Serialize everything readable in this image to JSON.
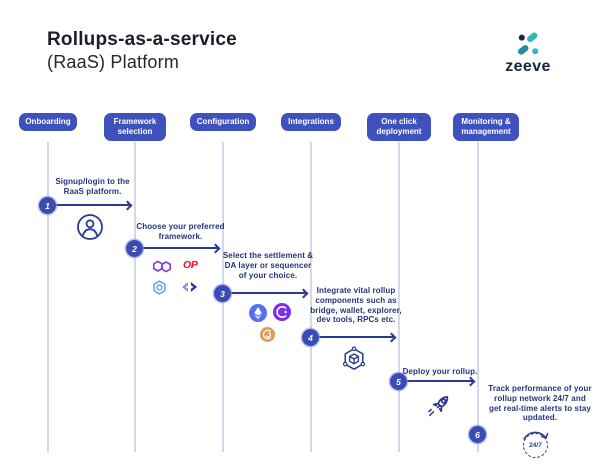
{
  "header": {
    "title_line1": "Rollups-as-a-service",
    "title_line2": "(RaaS) Platform"
  },
  "logo": {
    "wordmark": "zeeve",
    "icon": "zeeve-logo-icon"
  },
  "stages": [
    {
      "label": "Onboarding"
    },
    {
      "label": "Framework selection"
    },
    {
      "label": "Configuration"
    },
    {
      "label": "Integrations"
    },
    {
      "label": "One click deployment"
    },
    {
      "label": "Monitoring & management"
    }
  ],
  "steps": [
    {
      "number": "1",
      "description": "Signup/login to the RaaS platform.",
      "icon": "user-icon"
    },
    {
      "number": "2",
      "description": "Choose your preferred framework.",
      "icons": [
        "polygon-icon",
        "optimism-icon",
        "hexagon-network-icon",
        "zksync-icon"
      ]
    },
    {
      "number": "3",
      "description": "Select the settlement & DA layer or sequencer of your choice.",
      "icons": [
        "ethereum-icon",
        "celestia-icon",
        "orange-network-icon"
      ]
    },
    {
      "number": "4",
      "description": "Integrate vital rollup components such as bridge, wallet, explorer, dev tools, RPCs etc.",
      "icon": "cube-hexagon-icon"
    },
    {
      "number": "5",
      "description": "Deploy your rollup.",
      "icon": "rocket-icon"
    },
    {
      "number": "6",
      "description": "Track performance of your rollup network 24/7 and get real-time alerts to stay updated.",
      "icon": "monitoring-24-7-icon"
    }
  ],
  "icons": {
    "optimism_label": "OP",
    "monitoring_badge": "24/7"
  },
  "colors": {
    "stage_box_blue": "#3f51bd",
    "arrow_navy": "#2b3990",
    "step_text_navy": "#263378",
    "timeline_line": "#d3d8ee",
    "zeeve_teal": "#2cb9bd",
    "zeeve_navy": "#14283c",
    "polygon_purple": "#7b3fe4",
    "optimism_red": "#ff0420",
    "ethereum_blue": "#5571ee",
    "celestia_purple": "#7c2ee8",
    "orange_network": "#de9b5a"
  }
}
